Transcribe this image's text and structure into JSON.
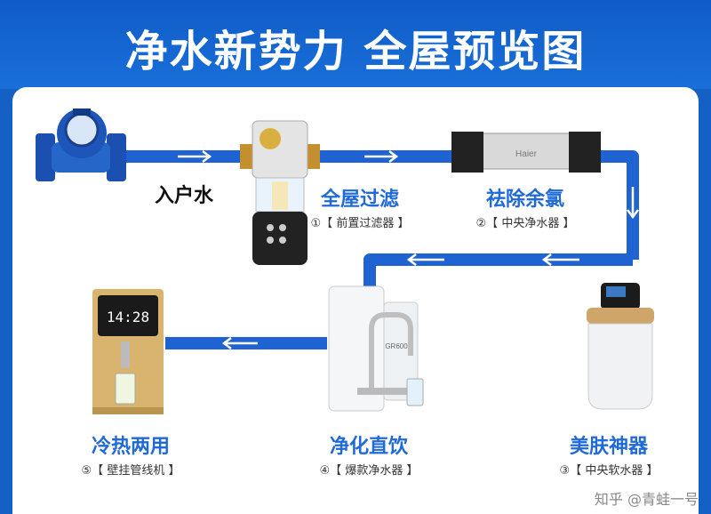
{
  "title": "净水新势力 全屋预览图",
  "inlet_label": "入户水",
  "steps": [
    {
      "title": "全屋过滤",
      "sub": "①【 前置过滤器 】"
    },
    {
      "title": "祛除余氯",
      "sub": "②【 中央净水器 】"
    },
    {
      "title": "美肤神器",
      "sub": "③【 中央软水器 】"
    },
    {
      "title": "净化直饮",
      "sub": "④【 爆款净水器 】"
    },
    {
      "title": "冷热两用",
      "sub": "⑤【 壁挂管线机 】"
    }
  ],
  "device_text": {
    "brand": "Haier",
    "display": "14:28",
    "ro_model": "GR600"
  },
  "watermark": "知乎 @青蛙一号",
  "colors": {
    "pipe": "#1f63d2",
    "title_bg": "#1560c4",
    "label": "#1f6ad8"
  }
}
